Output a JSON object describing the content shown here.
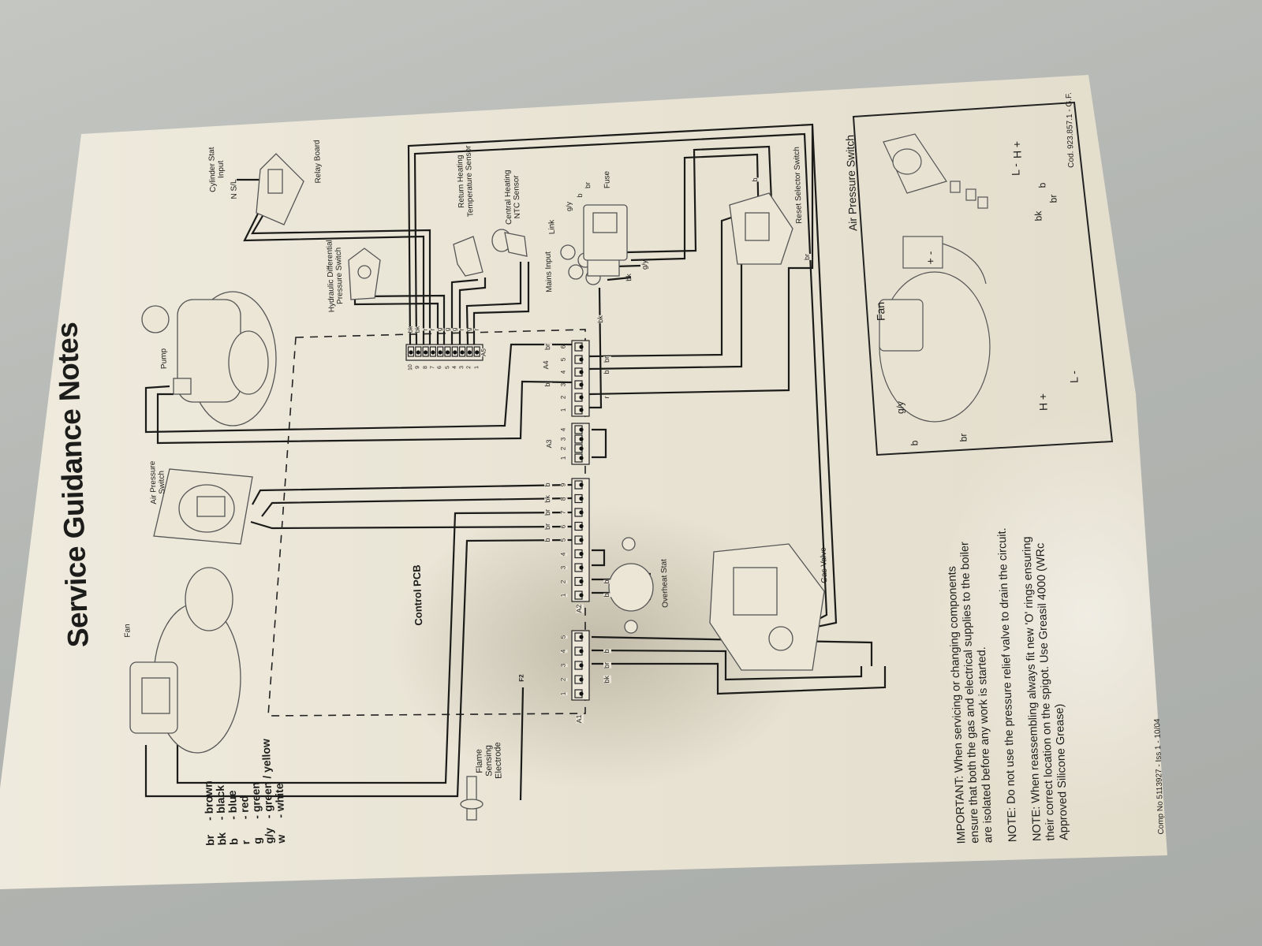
{
  "title": "Service Guidance Notes",
  "components": {
    "fan": "Fan",
    "air_pressure_switch": "Air Pressure\nSwitch",
    "pump": "Pump",
    "cylinder_stat_input": "Cylinder Stat\nInput",
    "cylinder_stat_terminals": "N S/L",
    "relay_board": "Relay Board",
    "hydraulic_switch": "Hydraulic Differential\nPressure Switch",
    "return_sensor": "Return Heating\nTemperature Sensor",
    "ntc_sensor": "Central Heating\nNTC Sensor",
    "link": "Link",
    "mains_input": "Mains Input",
    "fuse": "Fuse",
    "reset_selector_switch": "Reset Selector Switch",
    "control_pcb": "Control PCB",
    "overheat_stat": "Overheat Stat",
    "gas_valve": "Gas Valve",
    "flame_sensing_electrode": "Flame\nSensing\nElectrode",
    "f2": "F2"
  },
  "mains_wire_labels": {
    "fuse_gy": "g/y",
    "fuse_b": "b",
    "fuse_br": "br",
    "earth_gy": "g/y",
    "mains_bk": "bk",
    "pcb_bk": "bk",
    "reset_b": "b",
    "reset_br": "br"
  },
  "connectors": {
    "A5": {
      "name": "A5",
      "pins": [
        "10",
        "9",
        "8",
        "7",
        "6",
        "5",
        "4",
        "3",
        "2",
        "1"
      ],
      "wires": [
        "bk",
        "bk",
        "r",
        "r",
        "g",
        "g",
        "g",
        "r",
        "g",
        "r"
      ]
    },
    "A4": {
      "name": "A4",
      "pins": [
        "6",
        "5",
        "4",
        "3",
        "2",
        "1"
      ],
      "left": [
        "br",
        "",
        "",
        "b",
        "",
        ""
      ],
      "right": [
        "",
        "br",
        "b",
        "",
        "r",
        ""
      ]
    },
    "A3": {
      "name": "A3",
      "pins": [
        "4",
        "3",
        "2",
        "1"
      ],
      "left": [
        "",
        "",
        "",
        ""
      ],
      "right": [
        "",
        "",
        "",
        ""
      ]
    },
    "A2": {
      "name": "A2",
      "pins": [
        "9",
        "8",
        "7",
        "6",
        "5",
        "4",
        "3",
        "2",
        "1"
      ],
      "left": [
        "b",
        "bk",
        "br",
        "br",
        "b",
        "",
        "",
        "",
        ""
      ],
      "right": [
        "",
        "",
        "",
        "",
        "",
        "",
        "",
        "b",
        "b"
      ]
    },
    "A1": {
      "name": "A1",
      "pins": [
        "5",
        "4",
        "3",
        "2",
        "1"
      ],
      "left": [
        "",
        "",
        "",
        "",
        ""
      ],
      "right": [
        "",
        "b",
        "br",
        "bk",
        ""
      ]
    }
  },
  "legend": [
    {
      "code": "br",
      "name": "- brown"
    },
    {
      "code": "bk",
      "name": "- black"
    },
    {
      "code": "b",
      "name": "- blue"
    },
    {
      "code": "r",
      "name": "- red"
    },
    {
      "code": "g",
      "name": "- green"
    },
    {
      "code": "g/y",
      "name": "- green / yellow"
    },
    {
      "code": "w",
      "name": "- white"
    }
  ],
  "notes": [
    "IMPORTANT: When servicing or changing components ensure that both the gas and electrical supplies to the boiler are isolated before any work is started.",
    "NOTE: Do not use the pressure relief valve to drain the circuit.",
    "NOTE: When reassembling always fit new 'O' rings ensuring their correct location on the spigot. Use Greasil 4000 (WRc Approved Silicone Grease)"
  ],
  "footer": "Comp No 5113927 - Iss 1 - 10/04",
  "inset": {
    "aps_title": "Air Pressure Switch",
    "fan_title": "Fan",
    "code": "Cod. 923.857.1 - G.F.",
    "aps_h": "H +",
    "aps_l": "L -",
    "aps_b": "b",
    "aps_br": "br",
    "aps_bk": "bk",
    "fan_h": "H +",
    "fan_l": "L -",
    "fan_pm": "+ -",
    "fan_gy": "g/y",
    "fan_b": "b",
    "fan_br": "br"
  }
}
